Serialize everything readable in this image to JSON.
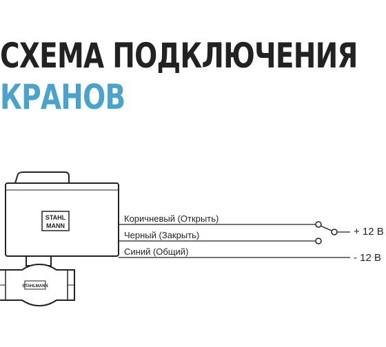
{
  "title": {
    "line1": "Схема подключения",
    "line2": "кранов"
  },
  "colors": {
    "title_dark": "#222222",
    "title_accent": "#4aa3cc",
    "line": "#222222"
  },
  "brand": {
    "line1": "STAHL",
    "line2": "MANN"
  },
  "wires": [
    {
      "label": "Коричневый (Открыть)"
    },
    {
      "label": "Черный (Закрыть)"
    },
    {
      "label": "Синий (Общий)"
    }
  ],
  "voltages": {
    "plus": "+ 12 В",
    "minus": "- 12 В"
  }
}
